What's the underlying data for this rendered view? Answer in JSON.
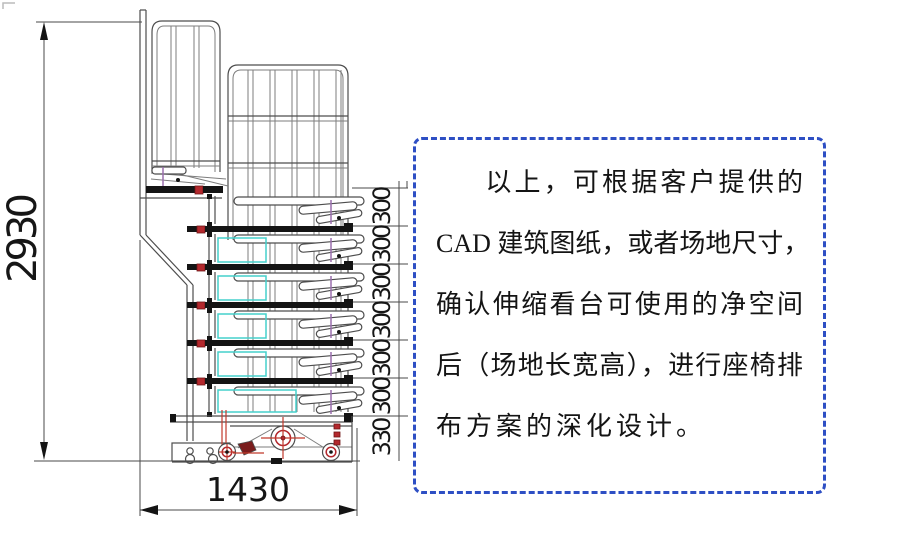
{
  "figure": {
    "type": "technical-drawing",
    "subject": "telescopic bleacher side elevation",
    "dim_total_height": "2930",
    "dim_total_depth": "1430",
    "dim_row_heights": [
      "300",
      "300",
      "300",
      "300",
      "300",
      "300",
      "330"
    ]
  },
  "note": {
    "lines": [
      "以上，可根据客户提供的",
      "CAD 建筑图纸，或者场地尺寸，",
      "确认伸缩看台可使用的净空间",
      "后（场地长宽高），进行座椅排",
      "布方案的深化设计。"
    ]
  },
  "colors": {
    "note_border": "#2e4fc4",
    "accent_red": "#b3282d",
    "accent_cyan": "#45d1cc",
    "accent_purple": "#9a6fae",
    "line": "#4d4d4d"
  }
}
